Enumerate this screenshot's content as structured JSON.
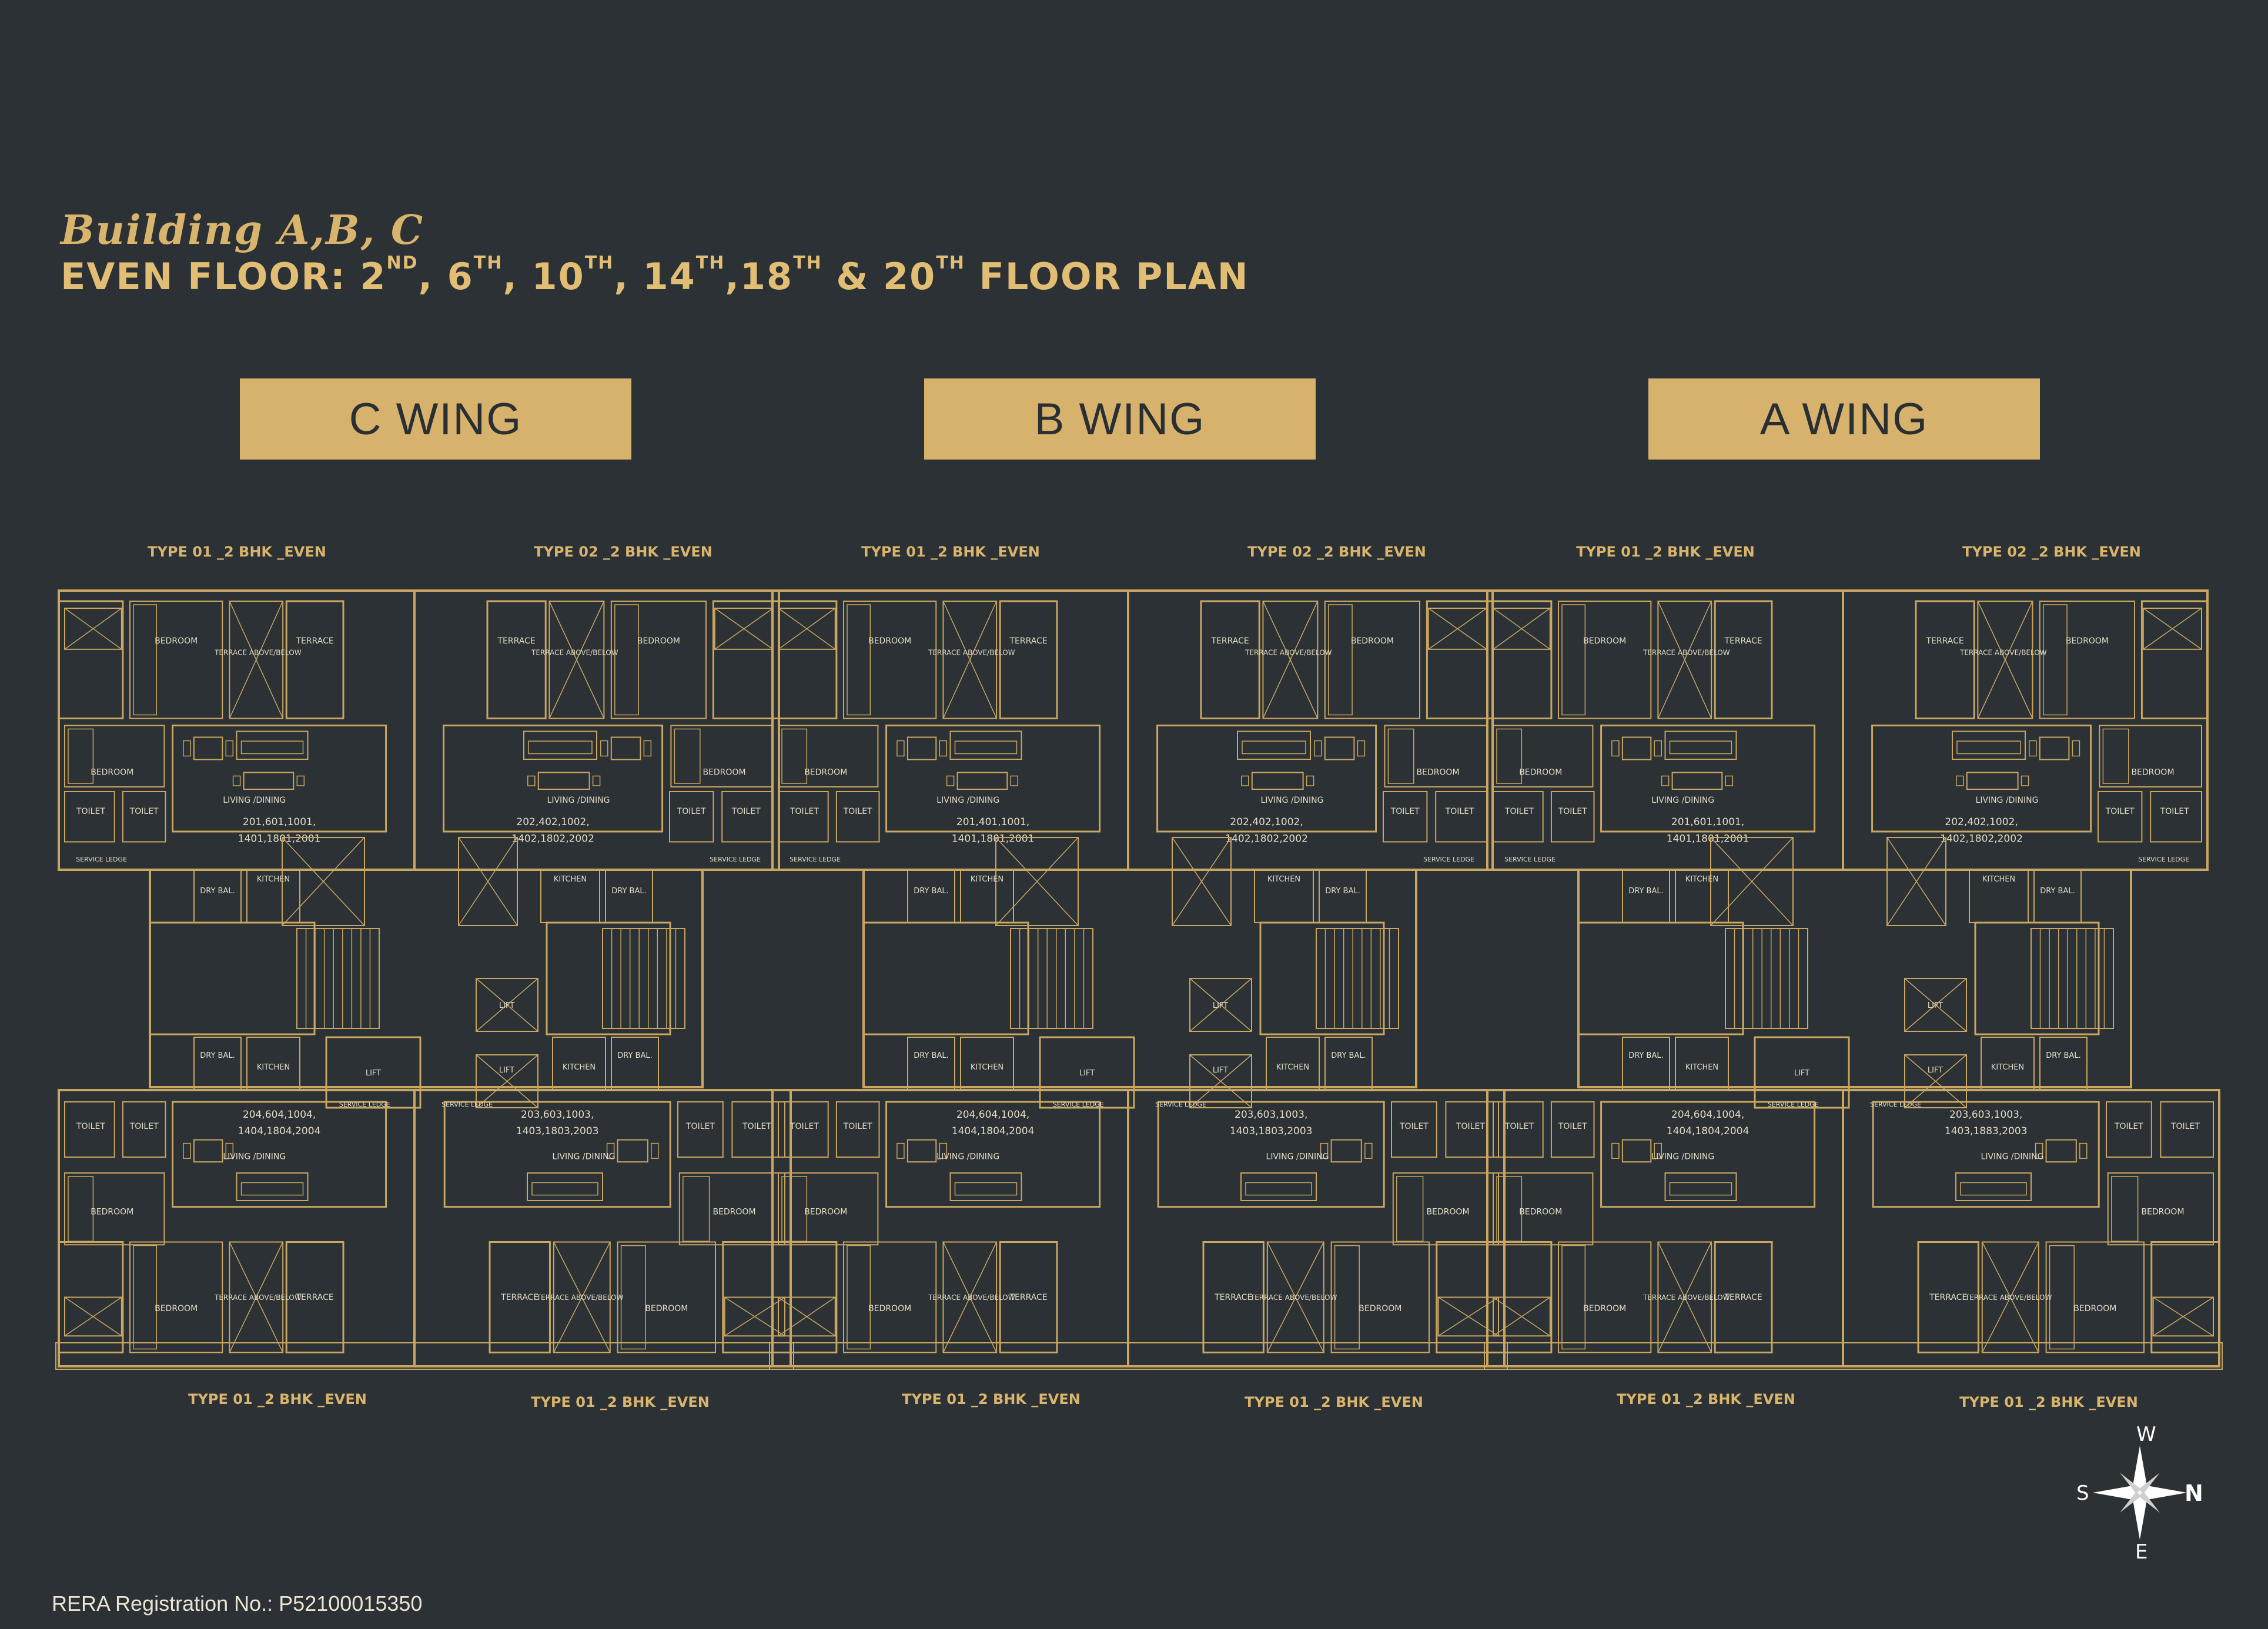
{
  "header": {
    "subtitle": "Building A,B, C",
    "title_parts": [
      {
        "text": "EVEN FLOOR: 2"
      },
      {
        "sup": "ND"
      },
      {
        "text": ", 6"
      },
      {
        "sup": "TH"
      },
      {
        "text": ", 10"
      },
      {
        "sup": "TH"
      },
      {
        "text": ", 14"
      },
      {
        "sup": "TH"
      },
      {
        "text": ",18"
      },
      {
        "sup": "TH"
      },
      {
        "text": " & 20"
      },
      {
        "sup": "TH"
      },
      {
        "text": " FLOOR PLAN"
      }
    ]
  },
  "wings": [
    {
      "label": "C WING",
      "top_left_type": "TYPE 01 _2 BHK _EVEN",
      "top_right_type": "TYPE 02 _2 BHK _EVEN",
      "bottom_left_type": "TYPE 01 _2 BHK _EVEN",
      "bottom_right_type": "TYPE 01 _2 BHK _EVEN",
      "unit_numbers": [
        "201,601,1001,",
        "1401,1801,2001",
        "202,402,1002,",
        "1402,1802,2002",
        "204,604,1004,",
        "1404,1804,2004",
        "203,603,1003,",
        "1403,1803,2003"
      ]
    },
    {
      "label": "B WING",
      "top_left_type": "TYPE 01 _2 BHK _EVEN",
      "top_right_type": "TYPE 02 _2 BHK _EVEN",
      "bottom_left_type": "TYPE 01 _2 BHK _EVEN",
      "bottom_right_type": "TYPE 01 _2 BHK _EVEN",
      "unit_numbers": [
        "201,401,1001,",
        "1401,1801,2001",
        "202,402,1002,",
        "1402,1802,2002",
        "204,604,1004,",
        "1404,1804,2004",
        "203,603,1003,",
        "1403,1803,2003"
      ]
    },
    {
      "label": "A WING",
      "top_left_type": "TYPE 01 _2 BHK _EVEN",
      "top_right_type": "TYPE 02 _2 BHK _EVEN",
      "bottom_left_type": "TYPE 01 _2 BHK _EVEN",
      "bottom_right_type": "TYPE 01 _2 BHK _EVEN",
      "unit_numbers": [
        "201,601,1001,",
        "1401,1801,2001",
        "202,402,1002,",
        "1402,1802,2002",
        "204,604,1004,",
        "1404,1804,2004",
        "203,603,1003,",
        "1403,1883,2003"
      ]
    }
  ],
  "room_labels": {
    "bedroom": "BEDROOM",
    "toilet": "TOILET",
    "living": "LIVING /DINING",
    "kitchen": "KITCHEN",
    "terrace": "TERRACE",
    "terrace_above": "TERRACE ABOVE/BELOW",
    "dry_bal": "DRY BAL.",
    "lift": "LIFT",
    "ledge": "SERVICE LEDGE"
  },
  "compass": {
    "west": "W",
    "south": "S",
    "north": "N",
    "east": "E"
  },
  "footer": {
    "rera": "RERA Registration No.: P52100015350"
  },
  "colors": {
    "background": "#2b3135",
    "gold": "#d9b46c",
    "line": "#c9a661",
    "banner": "#d6b26d"
  }
}
